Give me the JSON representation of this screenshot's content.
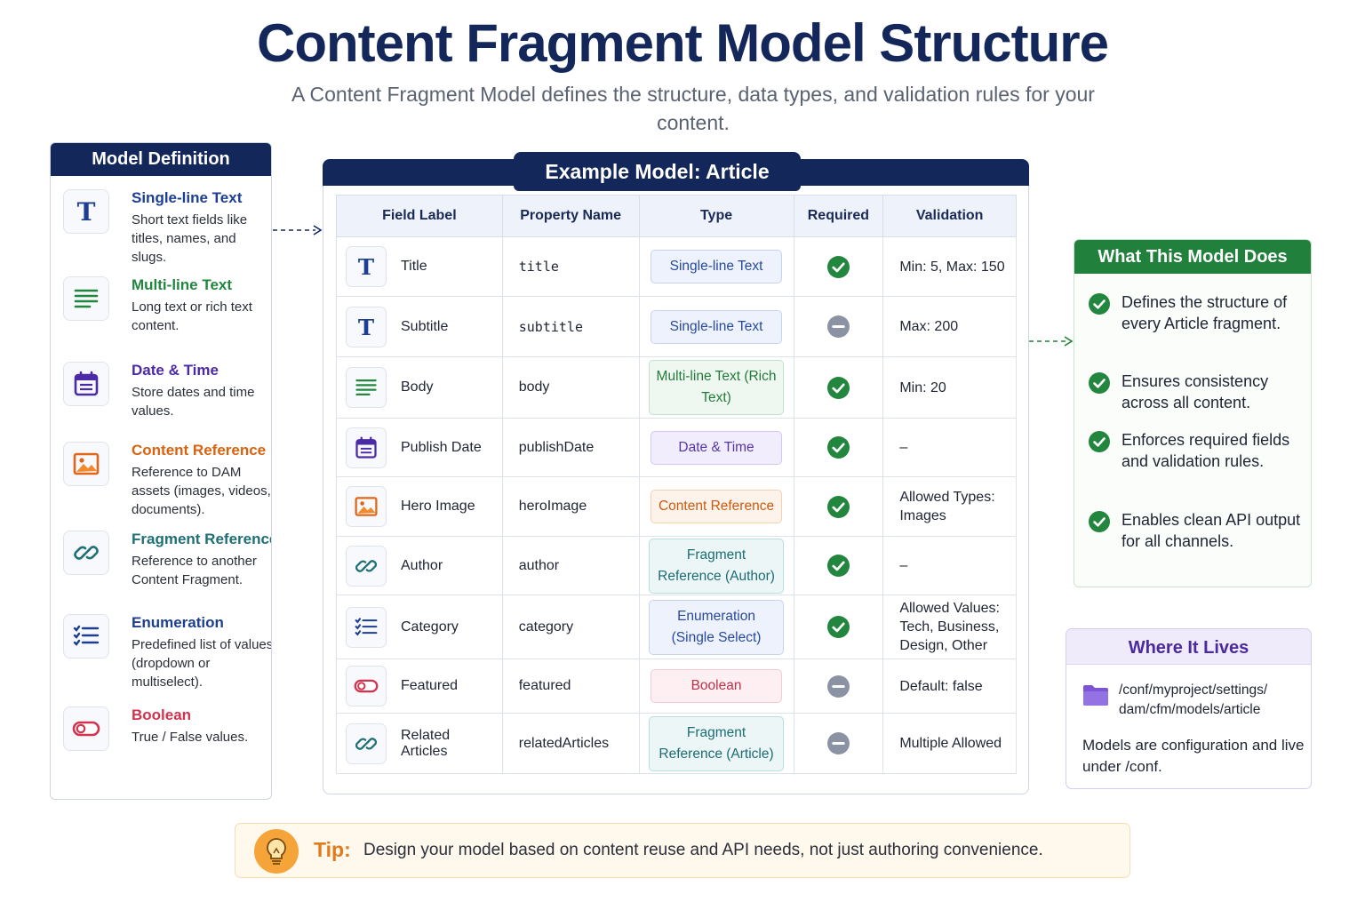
{
  "title": "Content Fragment Model Structure",
  "subtitle": "A Content Fragment Model defines the structure, data types, and validation rules for your content.",
  "colors": {
    "navy": "#14275a",
    "green": "#21803b",
    "purple": "#4a2a9e",
    "orange": "#e07a1c"
  },
  "model_definition": {
    "header": "Model Definition",
    "types": [
      {
        "name": "Single-line Text",
        "desc": "Short text fields like titles, names, and slugs.",
        "icon": "text-t-icon",
        "color": "#1c3f91"
      },
      {
        "name": "Multi-line Text",
        "desc": "Long text or rich text content.",
        "icon": "lines-icon",
        "color": "#23863f"
      },
      {
        "name": "Date & Time",
        "desc": "Store dates and time values.",
        "icon": "calendar-icon",
        "color": "#4b2aa6"
      },
      {
        "name": "Content Reference",
        "desc": "Reference to DAM assets (images, videos, documents).",
        "icon": "image-icon",
        "color": "#d9620f"
      },
      {
        "name": "Fragment Reference",
        "desc": "Reference to another Content Fragment.",
        "icon": "link-icon",
        "color": "#1f6f77"
      },
      {
        "name": "Enumeration",
        "desc": "Predefined list of values (dropdown or multiselect).",
        "icon": "list-icon",
        "color": "#1c3f91"
      },
      {
        "name": "Boolean",
        "desc": "True / False values.",
        "icon": "toggle-icon",
        "color": "#d2334e"
      }
    ]
  },
  "example_model": {
    "header": "Example Model: Article",
    "columns": [
      "Field Label",
      "Property Name",
      "Type",
      "Required",
      "Validation"
    ],
    "rows": [
      {
        "label": "Title",
        "property": "title",
        "type": "Single-line Text",
        "chip": "blue",
        "required": true,
        "validation": "Min: 5, Max: 150",
        "icon": "text-t-icon"
      },
      {
        "label": "Subtitle",
        "property": "subtitle",
        "type": "Single-line Text",
        "chip": "blue",
        "required": false,
        "validation": "Max: 200",
        "icon": "text-t-icon"
      },
      {
        "label": "Body",
        "property": "body",
        "type": "Multi-line Text (Rich Text)",
        "chip": "green",
        "required": true,
        "validation": "Min: 20",
        "icon": "lines-icon"
      },
      {
        "label": "Publish Date",
        "property": "publishDate",
        "type": "Date & Time",
        "chip": "purple",
        "required": true,
        "validation": "–",
        "icon": "calendar-icon"
      },
      {
        "label": "Hero Image",
        "property": "heroImage",
        "type": "Content Reference",
        "chip": "orange",
        "required": true,
        "validation": "Allowed Types: Images",
        "icon": "image-icon"
      },
      {
        "label": "Author",
        "property": "author",
        "type": "Fragment Reference (Author)",
        "chip": "teal",
        "required": true,
        "validation": "–",
        "icon": "link-icon"
      },
      {
        "label": "Category",
        "property": "category",
        "type": "Enumeration (Single Select)",
        "chip": "blue",
        "required": true,
        "validation": "Allowed Values: Tech, Business, Design, Other",
        "icon": "list-icon"
      },
      {
        "label": "Featured",
        "property": "featured",
        "type": "Boolean",
        "chip": "pink",
        "required": false,
        "validation": "Default: false",
        "icon": "toggle-icon"
      },
      {
        "label": "Related Articles",
        "property": "relatedArticles",
        "type": "Fragment Reference (Article)",
        "chip": "teal",
        "required": false,
        "validation": "Multiple Allowed",
        "icon": "link-icon"
      }
    ]
  },
  "what_it_does": {
    "header": "What This Model Does",
    "items": [
      "Defines the structure of every Article fragment.",
      "Ensures consistency across all content.",
      "Enforces required fields and validation rules.",
      "Enables clean API output for all channels."
    ]
  },
  "where_it_lives": {
    "header": "Where It Lives",
    "path": "/conf/myproject/settings/ dam/cfm/models/article",
    "note": "Models are configuration and live under /conf."
  },
  "tip": {
    "label": "Tip:",
    "text": "Design your model based on content reuse and API needs, not just authoring convenience."
  }
}
